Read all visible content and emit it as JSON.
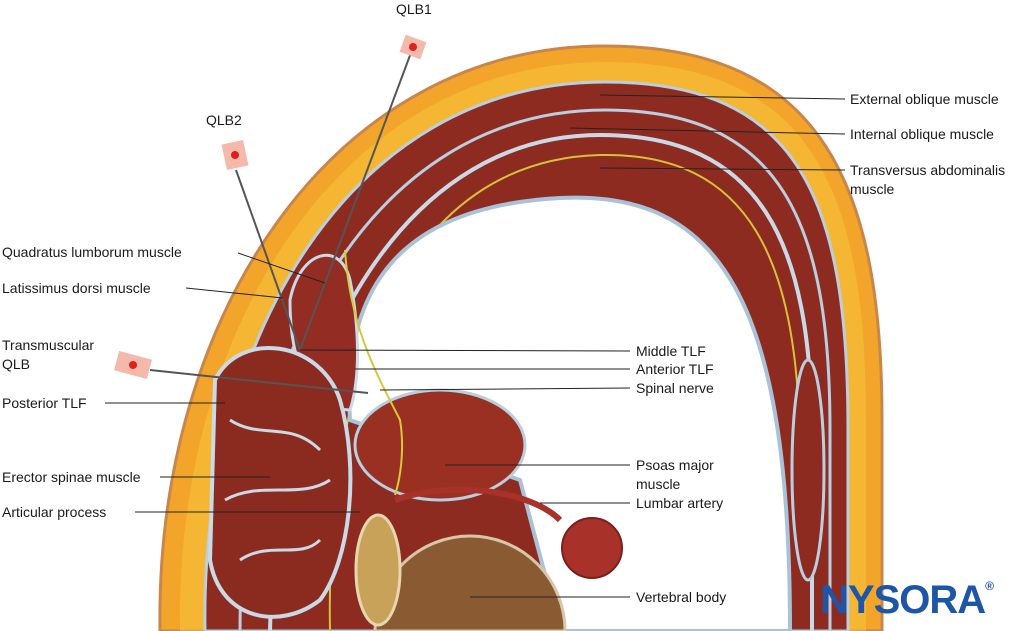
{
  "needles": {
    "qlb1": "QLB1",
    "qlb2": "QLB2",
    "transmuscular_line1": "Transmuscular",
    "transmuscular_line2": "QLB"
  },
  "labels": {
    "external_oblique": "External oblique muscle",
    "internal_oblique": "Internal oblique muscle",
    "transversus_line1": "Transversus abdominalis",
    "transversus_line2": "muscle",
    "quadratus_lumborum": "Quadratus lumborum muscle",
    "latissimus_dorsi": "Latissimus dorsi muscle",
    "posterior_tlf": "Posterior TLF",
    "erector_spinae": "Erector spinae muscle",
    "articular_process": "Articular process",
    "middle_tlf": "Middle TLF",
    "anterior_tlf": "Anterior TLF",
    "spinal_nerve": "Spinal nerve",
    "psoas_line1": "Psoas major",
    "psoas_line2": "muscle",
    "lumbar_artery": "Lumbar artery",
    "vertebral_body": "Vertebral body"
  },
  "logo": {
    "text": "NYSORA",
    "mark": "®"
  },
  "colors": {
    "fat": "#f2a52a",
    "muscle": "#8e2b20",
    "fascia": "#b9cfe0",
    "bone": "#8a5a33",
    "logo": "#1d55a8"
  }
}
